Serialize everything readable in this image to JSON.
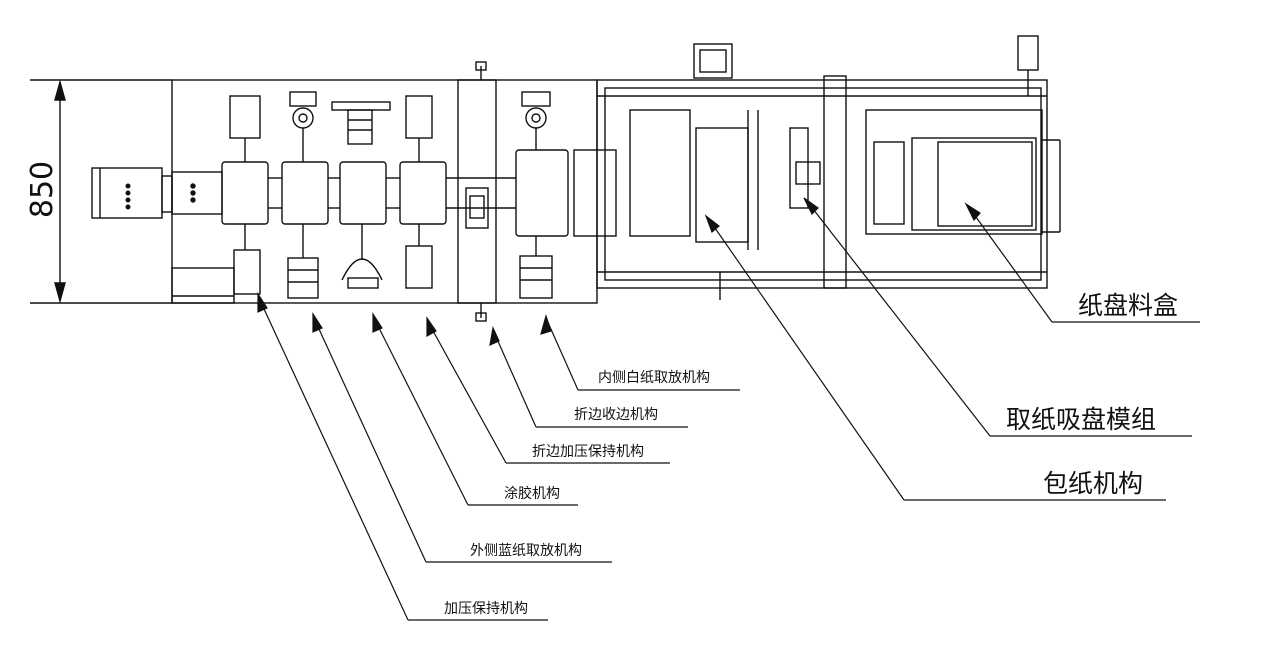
{
  "dimension": {
    "value": "850"
  },
  "callouts": [
    {
      "id": "inner-white-paper",
      "text": "内侧白纸取放机构"
    },
    {
      "id": "fold-edge-retract",
      "text": "折边收边机构"
    },
    {
      "id": "fold-edge-press-hold",
      "text": "折边加压保持机构"
    },
    {
      "id": "glue-coating",
      "text": "涂胶机构"
    },
    {
      "id": "outer-blue-paper",
      "text": "外侧蓝纸取放机构"
    },
    {
      "id": "press-hold",
      "text": "加压保持机构"
    },
    {
      "id": "paper-tray-box",
      "text": "纸盘料盒"
    },
    {
      "id": "suction-module",
      "text": "取纸吸盘模组"
    },
    {
      "id": "paper-wrapping",
      "text": "包纸机构"
    }
  ],
  "colors": {
    "line": "#111111",
    "background": "#ffffff"
  }
}
